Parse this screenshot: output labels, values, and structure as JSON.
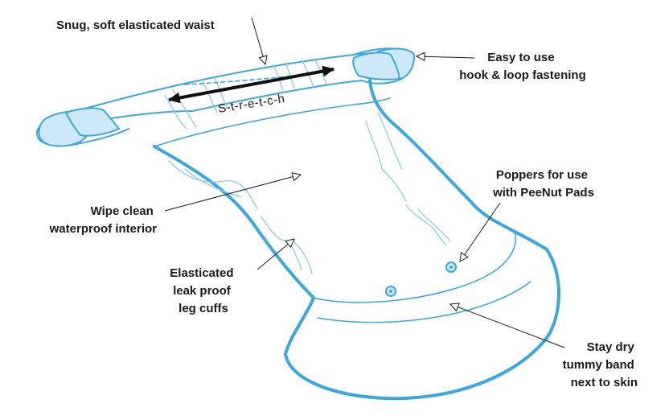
{
  "labels": {
    "waist": [
      "Snug, soft elasticated waist"
    ],
    "fastening": [
      "Easy to use",
      "hook & loop fastening"
    ],
    "poppers": [
      "Poppers for use",
      "with PeeNut Pads"
    ],
    "interior": [
      "Wipe clean",
      "waterproof interior"
    ],
    "cuffs": [
      "Elasticated",
      "leak proof",
      "leg cuffs"
    ],
    "tummy": [
      "Stay dry",
      "tummy band",
      "next to skin"
    ]
  },
  "stretch_label": "S-t-r-e-t-c-h",
  "colors": {
    "outline": "#3aa8dc",
    "fill_light": "#cde9f7",
    "leader_line": "#1a1a1a",
    "text": "#1a1a1a"
  }
}
